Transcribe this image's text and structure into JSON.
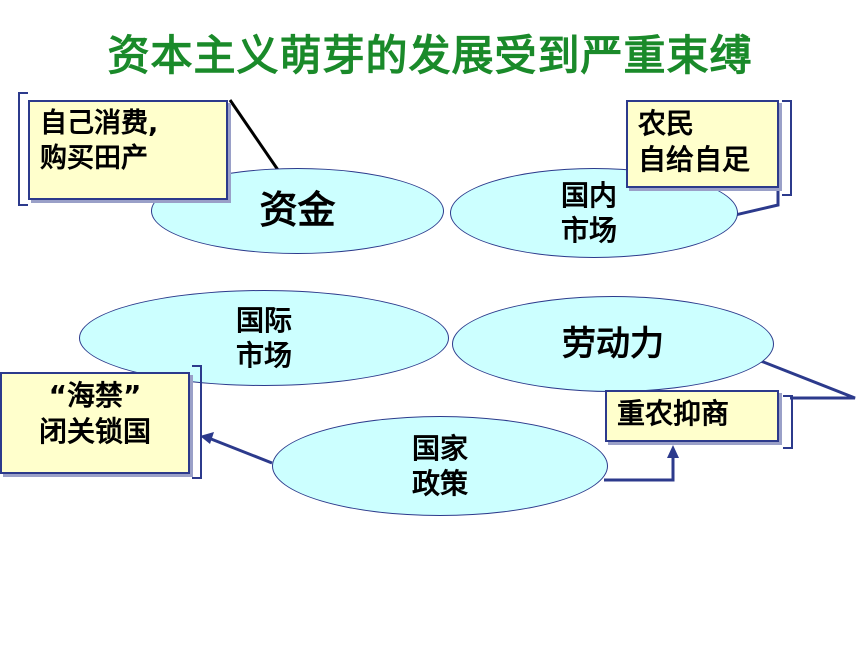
{
  "title": "资本主义萌芽的发展受到严重束缚",
  "nodes": {
    "capital": "资金",
    "domestic_market": "国内\n市场",
    "international_market": "国际\n市场",
    "labor": "劳动力",
    "state_policy": "国家\n政策"
  },
  "callouts": {
    "self_consumption": "自己消费,\n购买田产",
    "peasant_self_sufficiency": "农民\n自给自足",
    "sea_ban": "“海禁”\n闭关锁国",
    "agriculture_over_commerce": "重农抑商"
  },
  "colors": {
    "title": "#1a8a2a",
    "ellipse_fill": "#ccffff",
    "callout_fill": "#ffffcc",
    "line": "#2c3a8c"
  }
}
